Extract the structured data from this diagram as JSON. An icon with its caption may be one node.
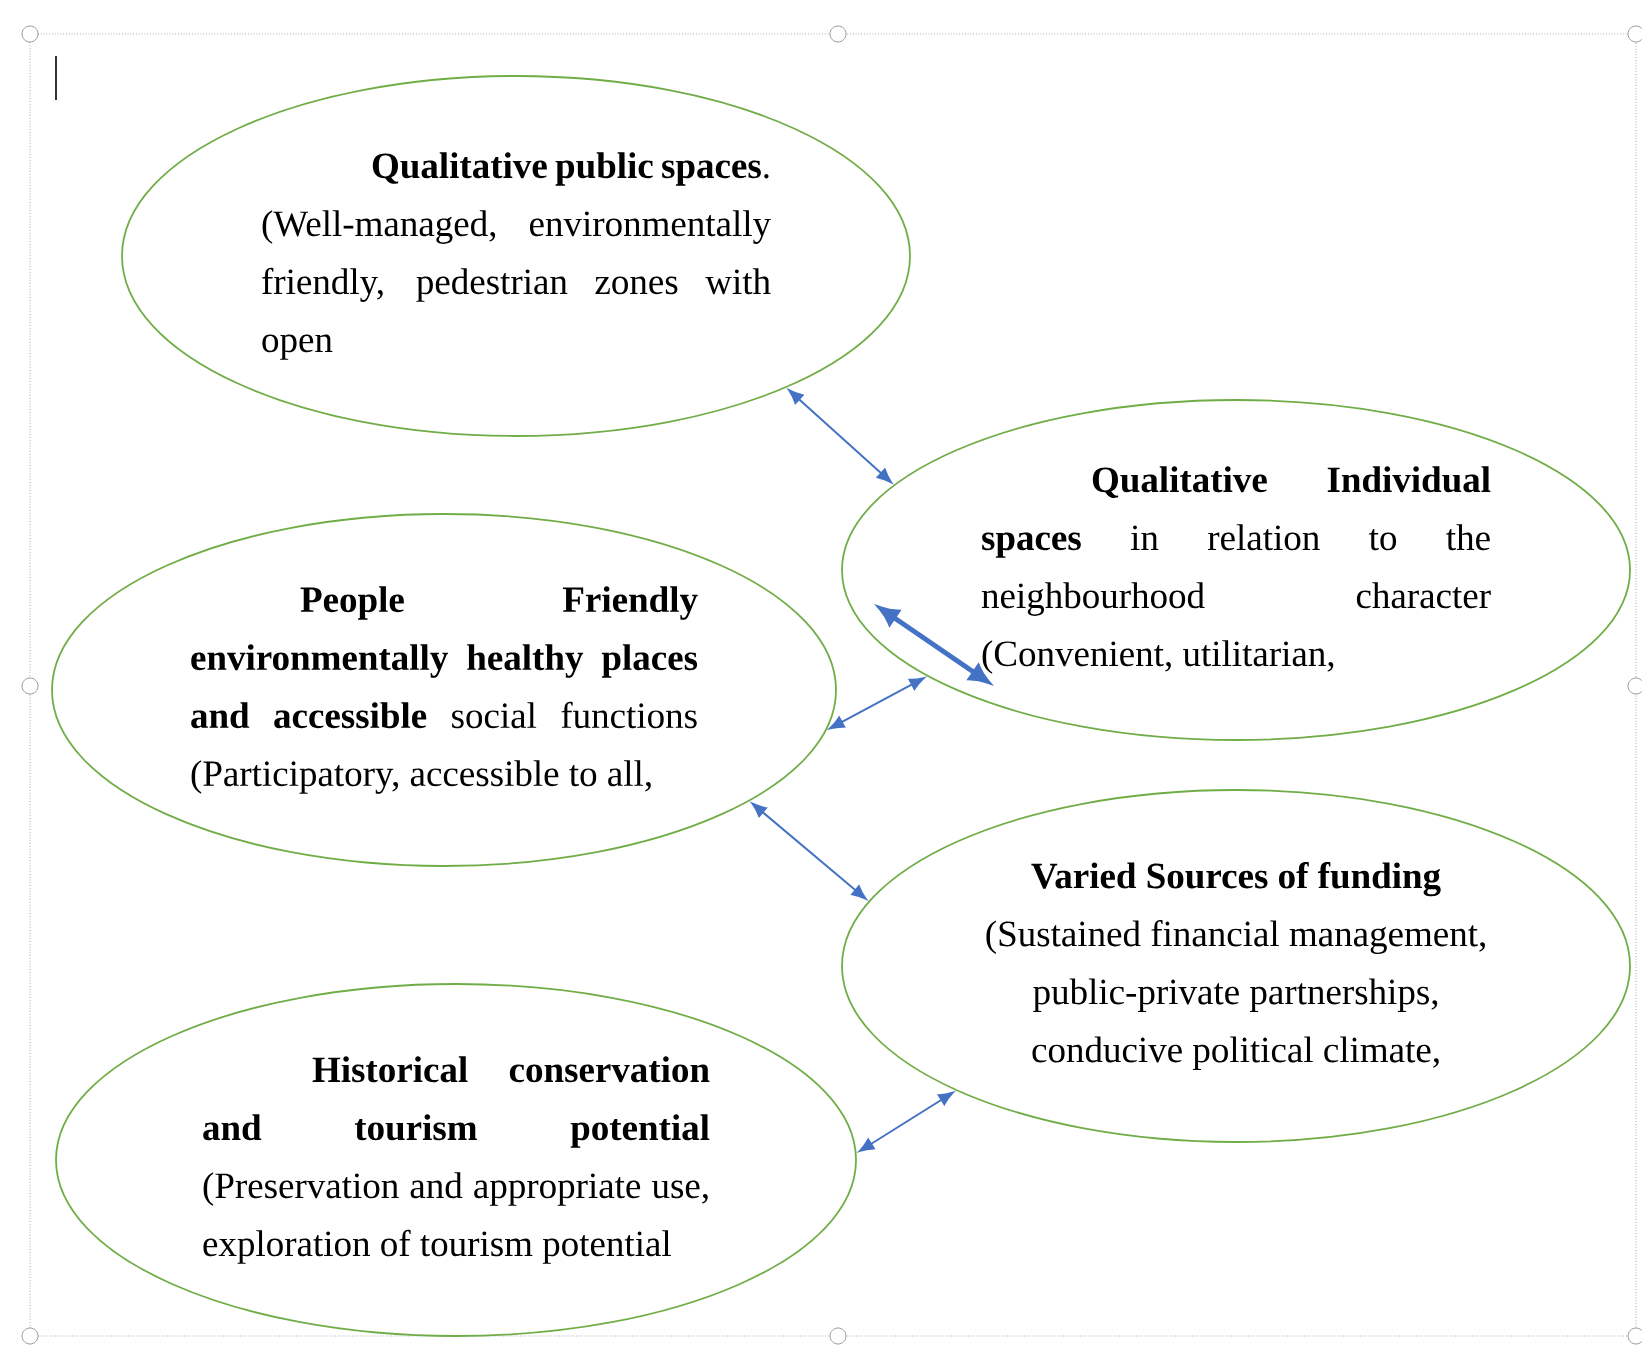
{
  "diagram": {
    "nodes": [
      {
        "text": [
          "**Qualitative public spaces**. (Well-managed, environmentally friendly, pedestrian zones with open"
        ]
      },
      {
        "text": [
          "**Qualitative Individual spaces** in relation to the neighbourhood character (Convenient, utilitarian,"
        ]
      },
      {
        "text": [
          "**People Friendly environmentally healthy places and accessible** social functions (Participatory, accessible to all,"
        ]
      },
      {
        "text": [
          "Varied Sources of funding",
          "(Sustained financial management, public-private partnerships, conducive political climate,"
        ]
      },
      {
        "text": [
          "**Historical conservation and tourism potential** (Preservation and appropriate use, exploration of tourism potential"
        ]
      }
    ],
    "edges": [
      {
        "from": 0,
        "to": 1,
        "arrow": "both"
      },
      {
        "from": 2,
        "to": 1,
        "arrow": "both"
      },
      {
        "from": 2,
        "to": 3,
        "arrow": "both"
      },
      {
        "from": 4,
        "to": 3,
        "arrow": "both"
      }
    ]
  }
}
